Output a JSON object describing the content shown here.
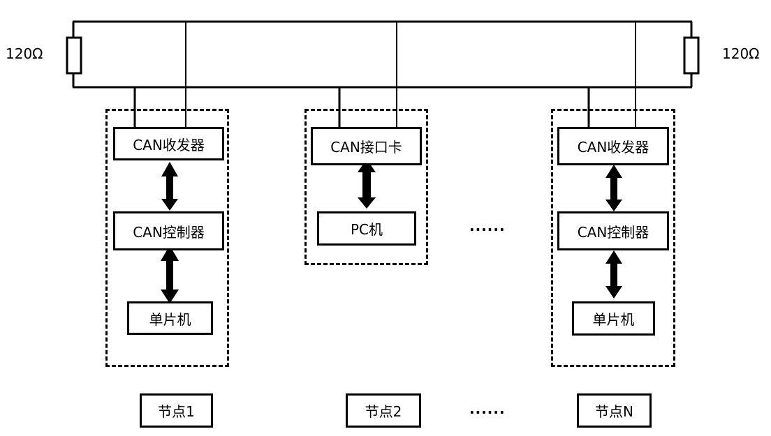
{
  "resistors": {
    "left_label": "120Ω",
    "right_label": "120Ω"
  },
  "nodes": [
    {
      "id": "node1",
      "blocks": [
        "CAN收发器",
        "CAN控制器",
        "单片机"
      ],
      "label": "节点1"
    },
    {
      "id": "node2",
      "blocks": [
        "CAN接口卡",
        "PC机"
      ],
      "label": "节点2"
    },
    {
      "id": "nodeN",
      "blocks": [
        "CAN收发器",
        "CAN控制器",
        "单片机"
      ],
      "label": "节点N"
    }
  ],
  "ellipsis": "......"
}
